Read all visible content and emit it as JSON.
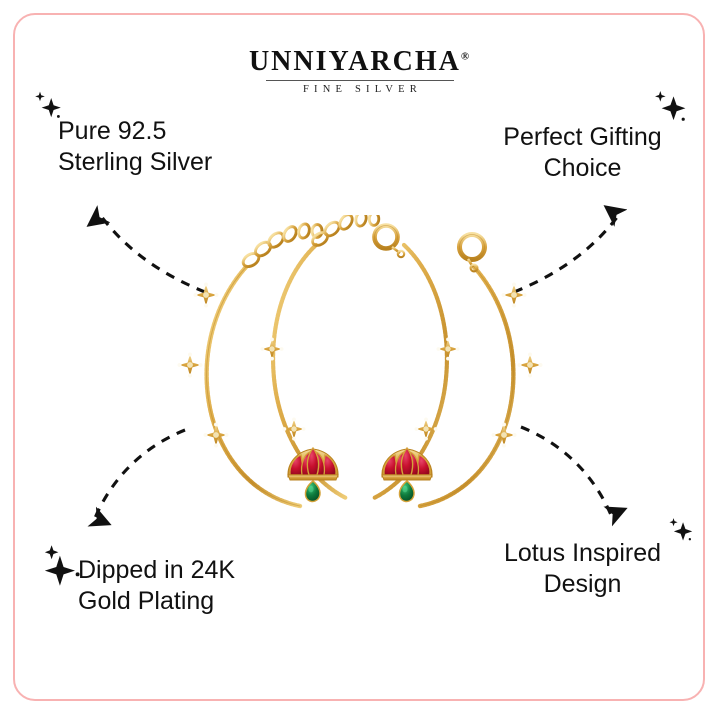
{
  "page": {
    "background_color": "#ffffff",
    "border_color": "#f8b2b2"
  },
  "brand": {
    "name": "UNNIYARCHA",
    "registered_mark": "®",
    "tagline": "FINE SILVER"
  },
  "callouts": [
    {
      "id": "pure-sterling-silver",
      "position": "top-left",
      "text": "Pure 92.5\nSterling Silver",
      "icon": "sparkle-icon"
    },
    {
      "id": "perfect-gifting-choice",
      "position": "top-right",
      "text": "Perfect Gifting\nChoice",
      "icon": "sparkle-icon"
    },
    {
      "id": "gold-plating",
      "position": "bottom-left",
      "text": "Dipped in 24K\nGold  Plating",
      "icon": "sparkle-icon"
    },
    {
      "id": "lotus-inspired-design",
      "position": "bottom-right",
      "text": "Lotus Inspired\nDesign",
      "icon": "sparkle-icon"
    }
  ],
  "arrows": [
    {
      "id": "arrow-top-left",
      "style": "dashed-curved",
      "direction": "up-left",
      "color": "#111111"
    },
    {
      "id": "arrow-top-right",
      "style": "dashed-curved",
      "direction": "up-right",
      "color": "#111111"
    },
    {
      "id": "arrow-bottom-left",
      "style": "dashed-curved",
      "direction": "down-left",
      "color": "#111111"
    },
    {
      "id": "arrow-bottom-right",
      "style": "dashed-curved",
      "direction": "down-right",
      "color": "#111111"
    }
  ],
  "product": {
    "name": "Lotus Anklet Pair",
    "count": 2,
    "metal_color": "#d9a441",
    "metal_highlight": "#f5d98a",
    "metal_shadow": "#b07c22",
    "components": [
      {
        "part": "extender-chain",
        "type": "oval-link-chain"
      },
      {
        "part": "spring-ring-clasp",
        "type": "clasp",
        "count": 2
      },
      {
        "part": "starburst-charm",
        "type": "cz-star-charm",
        "count": 6
      },
      {
        "part": "lotus-pendant",
        "type": "enamel-lotus",
        "count": 2
      }
    ],
    "lotus": {
      "petal_color": "#c8102e",
      "petal_highlight": "#e0315a",
      "petal_outline": "#d4a23a",
      "drop_stone_color": "#0e7a3c",
      "drop_stone_highlight": "#2fae68"
    }
  }
}
